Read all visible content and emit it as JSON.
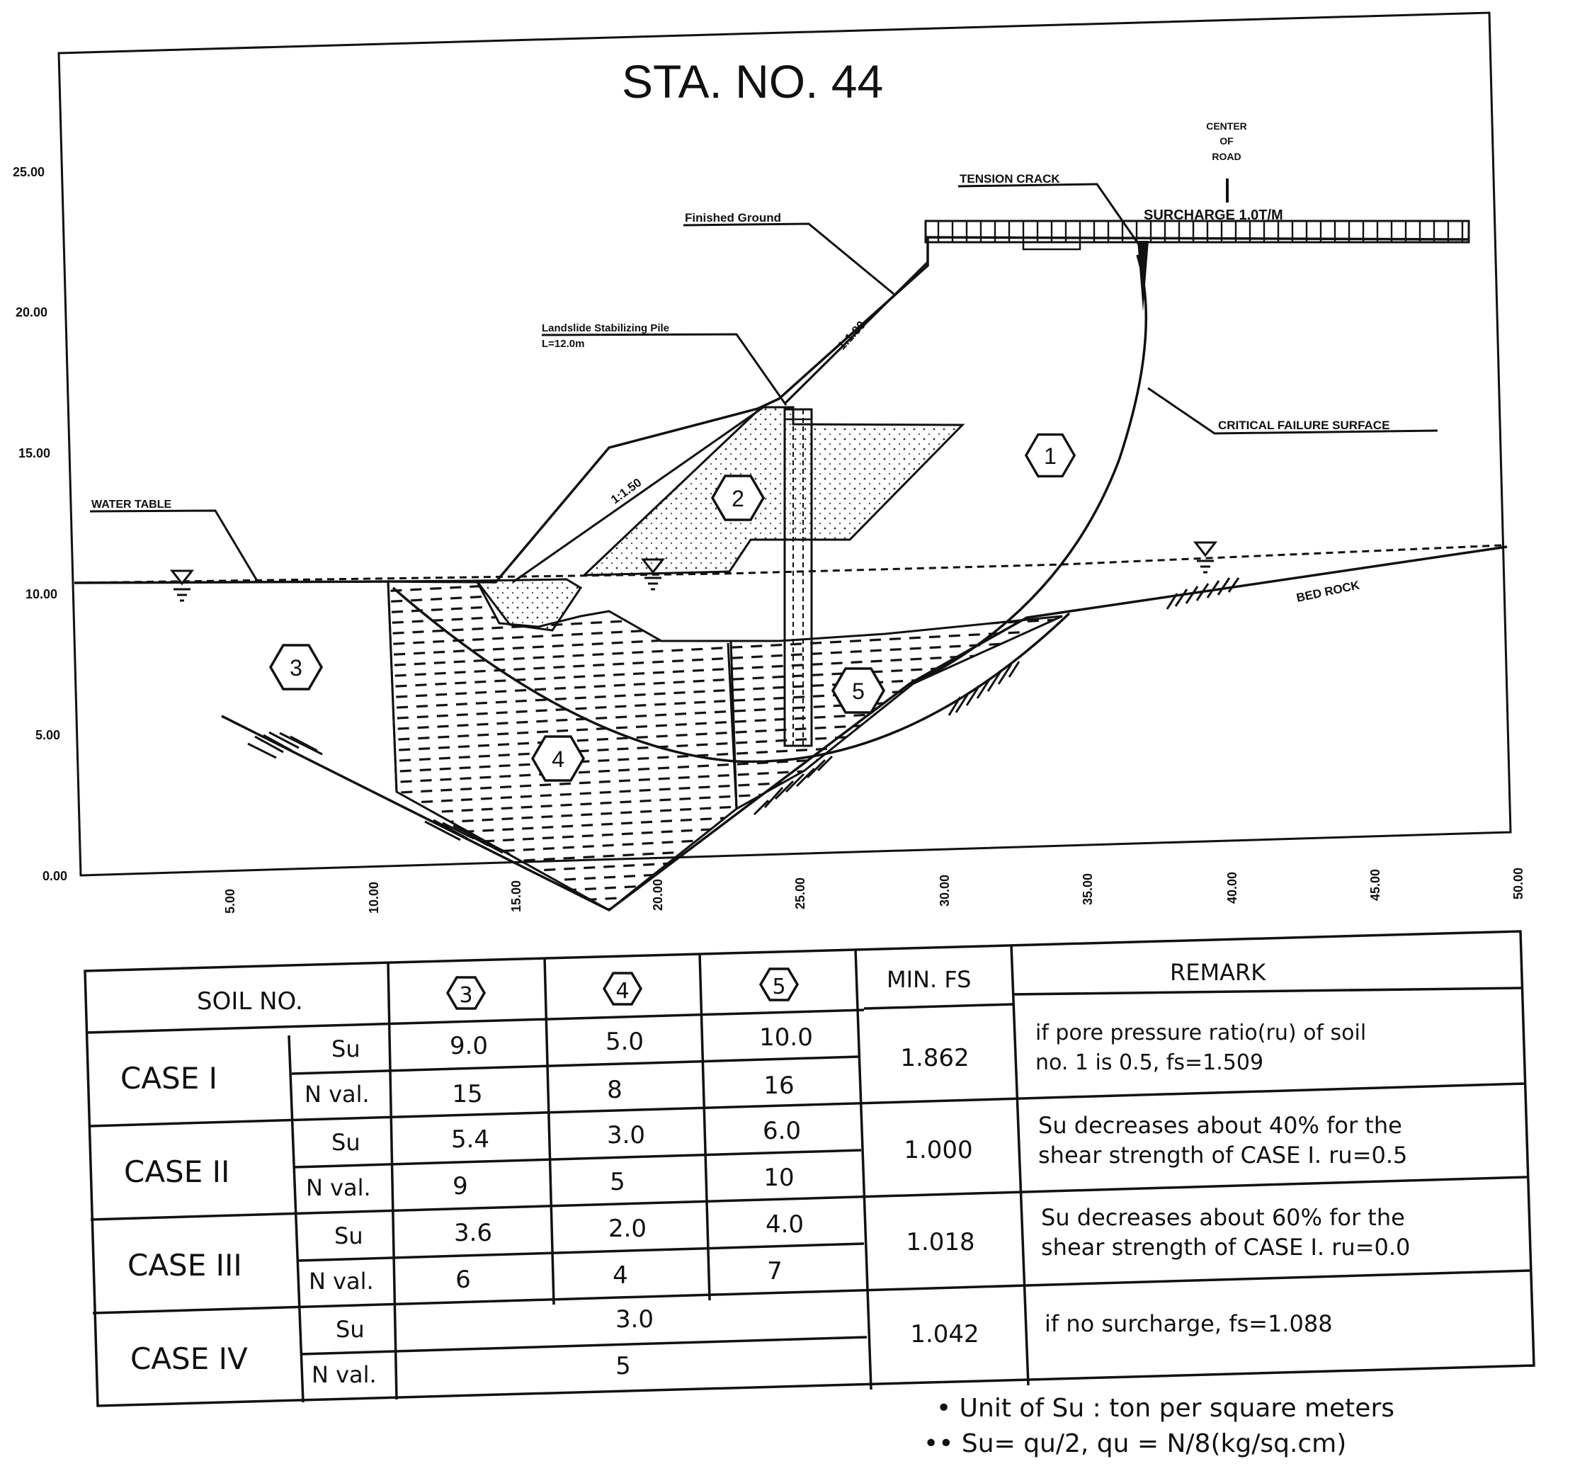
{
  "title": "STA. NO. 44",
  "y_ticks": [
    "25.00",
    "20.00",
    "15.00",
    "10.00",
    "5.00",
    "0.00"
  ],
  "x_ticks": [
    "5.00",
    "10.00",
    "15.00",
    "20.00",
    "25.00",
    "30.00",
    "35.00",
    "40.00",
    "45.00",
    "50.00"
  ],
  "labels": {
    "center_of_road": [
      "CENTER",
      "OF",
      "ROAD"
    ],
    "tension_crack": "TENSION CRACK",
    "surcharge": "SURCHARGE 1.0T/M",
    "finished_ground": "Finished Ground",
    "pile": [
      "Landslide Stabilizing Pile",
      "L=12.0m"
    ],
    "slope_upper": "1:1.80",
    "slope_lower": "1:1.50",
    "critical_failure_surface": "CRITICAL FAILURE SURFACE",
    "water_table": "WATER TABLE",
    "bed_rock": "BED ROCK"
  },
  "soil_markers": [
    "1",
    "2",
    "3",
    "4",
    "5"
  ],
  "table": {
    "soil_no_header": "SOIL NO.",
    "soil_headers": [
      "3",
      "4",
      "5"
    ],
    "min_fs_header": "MIN. FS",
    "remark_header": "REMARK",
    "cases": [
      {
        "name": "CASE I",
        "su_label": "Su",
        "n_label": "N val.",
        "su": [
          "9.0",
          "5.0",
          "10.0"
        ],
        "n": [
          "15",
          "8",
          "16"
        ],
        "min_fs": "1.862",
        "remark": [
          "if pore pressure ratio(ru) of soil",
          "no. 1 is 0.5, fs=1.509"
        ]
      },
      {
        "name": "CASE II",
        "su_label": "Su",
        "n_label": "N val.",
        "su": [
          "5.4",
          "3.0",
          "6.0"
        ],
        "n": [
          "9",
          "5",
          "10"
        ],
        "min_fs": "1.000",
        "remark": [
          "Su decreases about 40% for the",
          "shear strength of CASE I. ru=0.5"
        ]
      },
      {
        "name": "CASE III",
        "su_label": "Su",
        "n_label": "N val.",
        "su": [
          "3.6",
          "2.0",
          "4.0"
        ],
        "n": [
          "6",
          "4",
          "7"
        ],
        "min_fs": "1.018",
        "remark": [
          "Su decreases about 60% for the",
          "shear strength of CASE I. ru=0.0"
        ]
      },
      {
        "name": "CASE IV",
        "su_label": "Su",
        "n_label": "N val.",
        "su_all": "3.0",
        "n_all": "5",
        "min_fs": "1.042",
        "remark": [
          "if no surcharge, fs=1.088"
        ]
      }
    ]
  },
  "notes": [
    "• Unit of Su : ton per square meters",
    "•• Su= qu/2, qu = N/8(kg/sq.cm)"
  ]
}
